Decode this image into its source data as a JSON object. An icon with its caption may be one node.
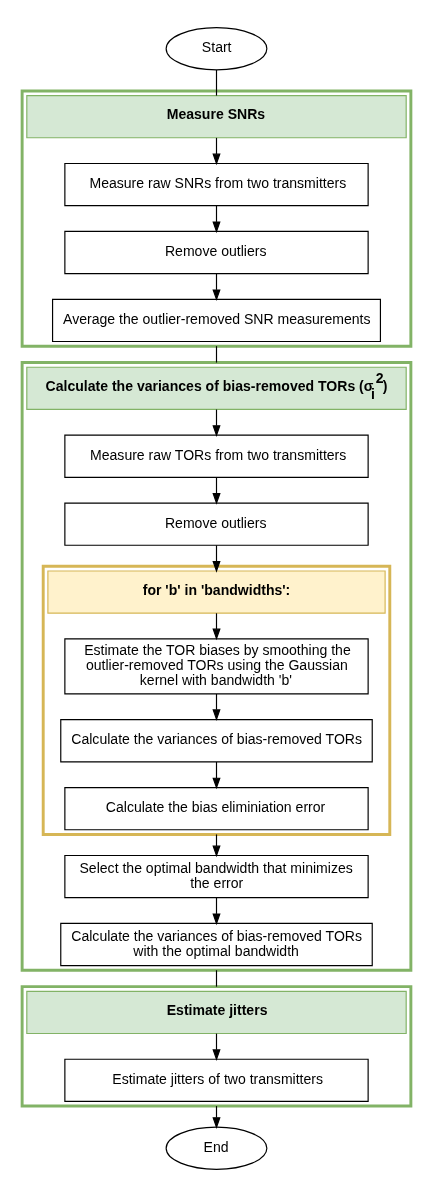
{
  "diagram": {
    "nodes": [
      {
        "text": [
          "Start"
        ]
      },
      {
        "text": [
          "Measure SNRs"
        ]
      },
      {
        "text": [
          "Measure raw SNRs from two transmitters"
        ],
        "in": 1
      },
      {
        "text": [
          "Remove outliers"
        ],
        "in": 1
      },
      {
        "text": [
          "Average the outlier-removed SNR measurements"
        ],
        "in": 1
      },
      {
        "text": [
          "Calculate the variances of bias-removed TORs (σ$_{i}$$^{2}$)"
        ]
      },
      {
        "text": [
          "Measure raw TORs from two transmitters"
        ],
        "in": 5
      },
      {
        "text": [
          "Remove outliers"
        ],
        "in": 5
      },
      {
        "text": [
          "for 'b' in 'bandwidths':"
        ],
        "in": 5
      },
      {
        "text": [
          "Estimate the TOR biases by smoothing the outlier-removed TORs using the Gaussian kernel with bandwidth 'b'"
        ],
        "in": 8
      },
      {
        "text": [
          "Calculate the variances of bias-removed TORs"
        ],
        "in": 8
      },
      {
        "text": [
          "Calculate the bias eliminiation error"
        ],
        "in": 8
      },
      {
        "text": [
          "Select the optimal bandwidth that minimizes the error"
        ],
        "in": 5
      },
      {
        "text": [
          "Calculate the variances of bias-removed TORs with the optimal bandwidth"
        ],
        "in": 5
      },
      {
        "text": [
          "Estimate jitters"
        ]
      },
      {
        "text": [
          "Estimate jitters of two transmitters"
        ],
        "in": 14
      },
      {
        "text": [
          "End"
        ]
      }
    ],
    "edges": [
      {
        "from": 0,
        "to": 1,
        "arrow": "none"
      },
      {
        "from": 1,
        "to": 2,
        "arrow": "to"
      },
      {
        "from": 2,
        "to": 3,
        "arrow": "to"
      },
      {
        "from": 3,
        "to": 4,
        "arrow": "to"
      },
      {
        "from": 1,
        "to": 5,
        "arrow": "none"
      },
      {
        "from": 5,
        "to": 6,
        "arrow": "to"
      },
      {
        "from": 6,
        "to": 7,
        "arrow": "to"
      },
      {
        "from": 7,
        "to": 8,
        "arrow": "to"
      },
      {
        "from": 8,
        "to": 9,
        "arrow": "to"
      },
      {
        "from": 9,
        "to": 10,
        "arrow": "to"
      },
      {
        "from": 10,
        "to": 11,
        "arrow": "to"
      },
      {
        "from": 8,
        "to": 12,
        "arrow": "to"
      },
      {
        "from": 12,
        "to": 13,
        "arrow": "to"
      },
      {
        "from": 5,
        "to": 14,
        "arrow": "none"
      },
      {
        "from": 14,
        "to": 15,
        "arrow": "to"
      },
      {
        "from": 14,
        "to": 16,
        "arrow": "to"
      }
    ]
  }
}
